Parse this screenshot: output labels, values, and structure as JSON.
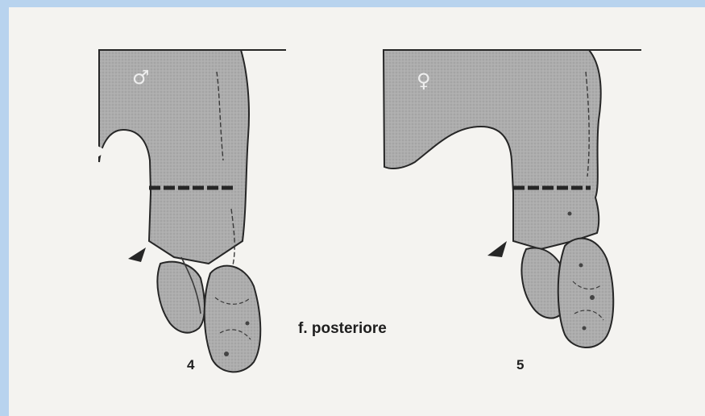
{
  "figure": {
    "caption": "f. posteriore",
    "panels": [
      {
        "number": "4",
        "sex_symbol": "♂"
      },
      {
        "number": "5",
        "sex_symbol": "♀"
      }
    ],
    "colors": {
      "background_frame": "#b8d3ee",
      "paper": "#f4f3f0",
      "bone_fill": "#a9a9a9",
      "outline": "#262626"
    }
  }
}
